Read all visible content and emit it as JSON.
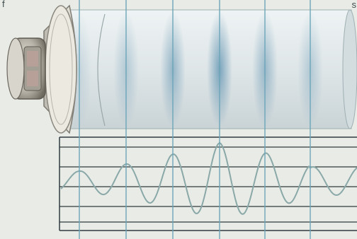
{
  "illustration": {
    "subject": "loudspeaker-sound-tube",
    "corner_marks": {
      "left": "f",
      "right": "s"
    },
    "colors": {
      "paper": "#e9ece6",
      "tube": "#dfe6e8",
      "compression": "#5a8fae",
      "grid_line": "#2f3a3e",
      "vertical_line": "#6aa4b8",
      "wave_line": "#8aa8a8",
      "speaker_metal": "#c9c6bd",
      "speaker_cone": "#e7e4dc"
    }
  }
}
